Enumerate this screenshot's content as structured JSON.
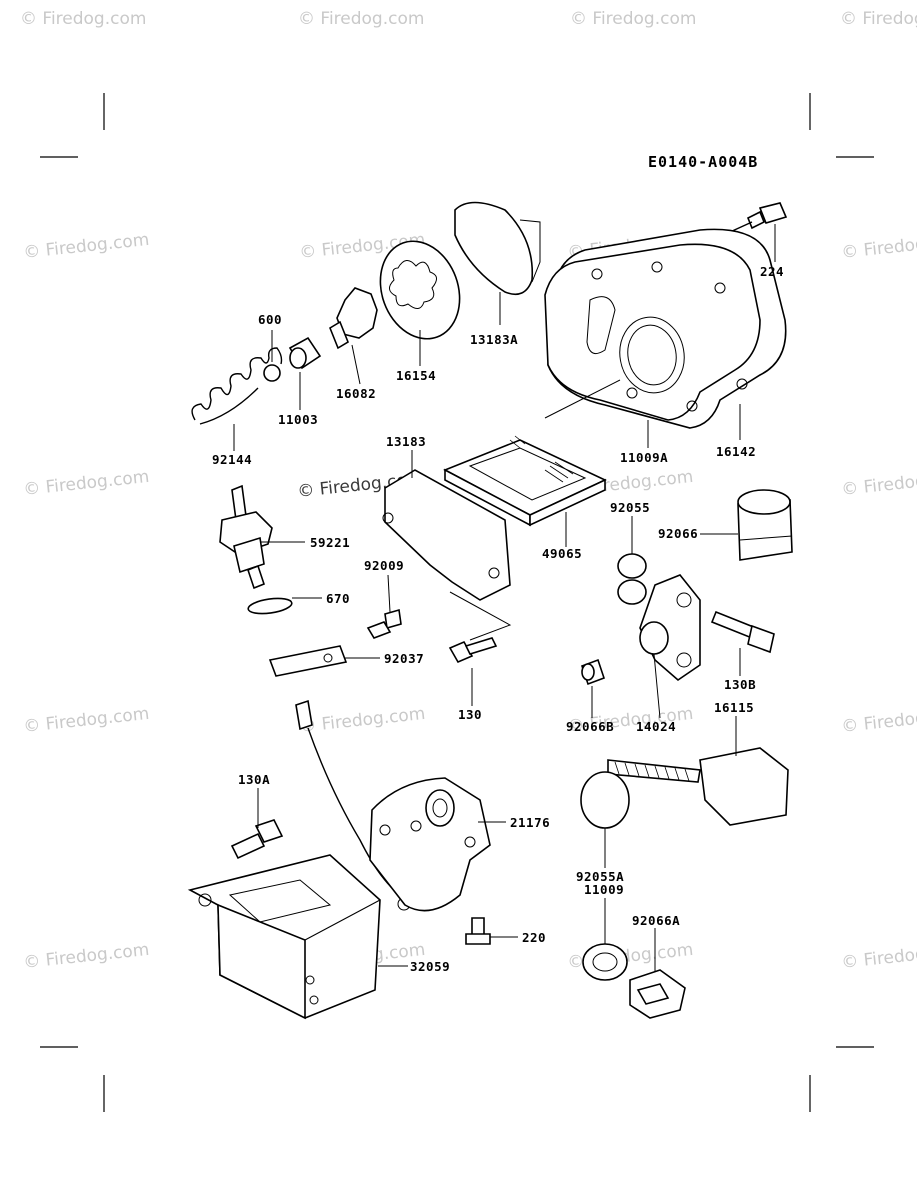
{
  "diagram_code": "E0140-A004B",
  "watermark_text": "© Firedog.com",
  "parts": [
    {
      "id": "p224",
      "label": "224"
    },
    {
      "id": "p13183A",
      "label": "13183A"
    },
    {
      "id": "p600",
      "label": "600"
    },
    {
      "id": "p11003",
      "label": "11003"
    },
    {
      "id": "p16082",
      "label": "16082"
    },
    {
      "id": "p16154",
      "label": "16154"
    },
    {
      "id": "p92144",
      "label": "92144"
    },
    {
      "id": "p11009A",
      "label": "11009A"
    },
    {
      "id": "p16142",
      "label": "16142"
    },
    {
      "id": "p13183",
      "label": "13183"
    },
    {
      "id": "p59221",
      "label": "59221"
    },
    {
      "id": "p49065",
      "label": "49065"
    },
    {
      "id": "p92055",
      "label": "92055"
    },
    {
      "id": "p92066",
      "label": "92066"
    },
    {
      "id": "p670",
      "label": "670"
    },
    {
      "id": "p92009",
      "label": "92009"
    },
    {
      "id": "p92037",
      "label": "92037"
    },
    {
      "id": "p130",
      "label": "130"
    },
    {
      "id": "p130B",
      "label": "130B"
    },
    {
      "id": "p92066B",
      "label": "92066B"
    },
    {
      "id": "p14024",
      "label": "14024"
    },
    {
      "id": "p16115",
      "label": "16115"
    },
    {
      "id": "p130A",
      "label": "130A"
    },
    {
      "id": "p21176",
      "label": "21176"
    },
    {
      "id": "p92055A",
      "label": "92055A"
    },
    {
      "id": "p11009",
      "label": "11009"
    },
    {
      "id": "p92066A",
      "label": "92066A"
    },
    {
      "id": "p220",
      "label": "220"
    },
    {
      "id": "p32059",
      "label": "32059"
    }
  ]
}
